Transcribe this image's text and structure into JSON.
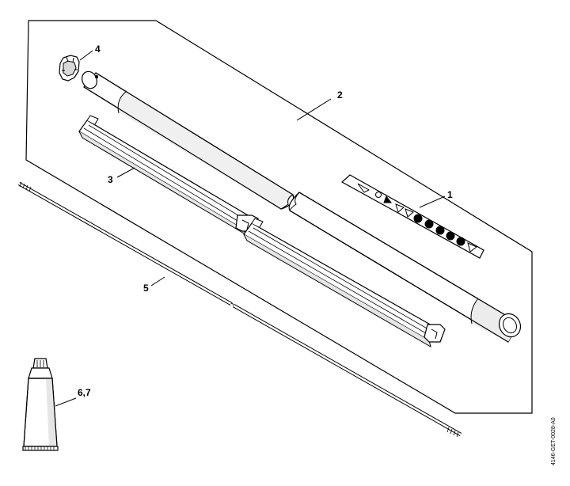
{
  "diagram": {
    "callouts": {
      "label_1": "1",
      "label_2": "2",
      "label_3": "3",
      "label_4": "4",
      "label_5": "5",
      "label_67": "6,7"
    },
    "doc_id": "4146-GET-0028-A0",
    "colors": {
      "line": "#000000",
      "fill": "#ffffff",
      "shade": "#e6e6e6"
    }
  }
}
